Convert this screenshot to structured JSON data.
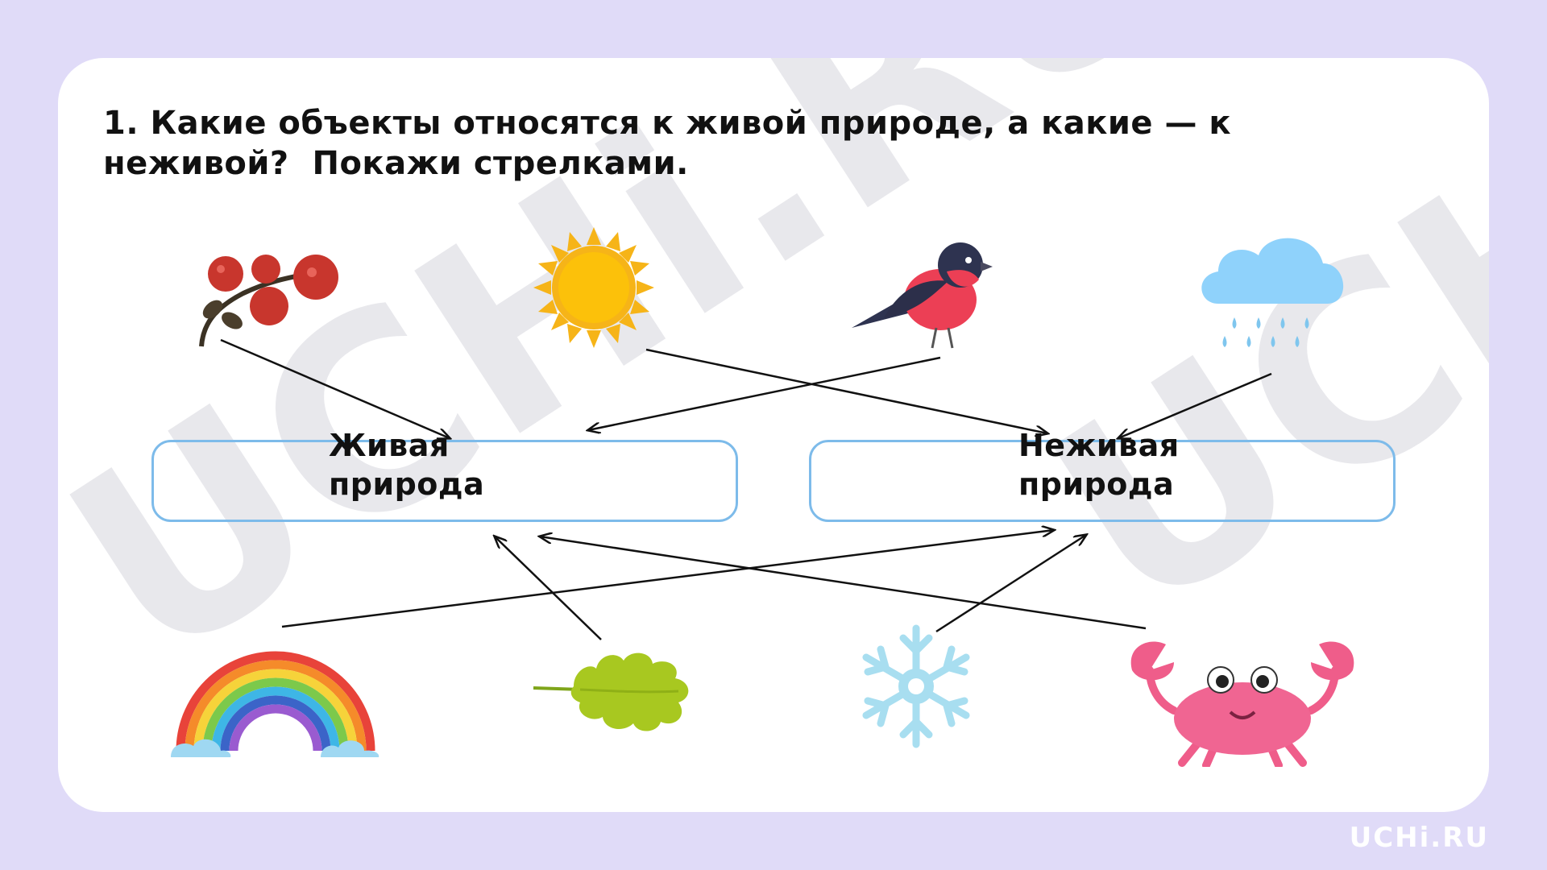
{
  "task": {
    "title": "1. Какие объекты относятся к живой природе, а какие — к неживой?  Покажи стрелками."
  },
  "categories": {
    "living": "Живая природа",
    "nonliving": "Неживая природа"
  },
  "watermark": {
    "text": "UCHi.RU"
  },
  "brand": {
    "logo_text": "UCHi.RU"
  },
  "items": {
    "top": [
      "berries-icon",
      "sun-icon",
      "bullfinch-icon",
      "rain-cloud-icon"
    ],
    "bottom": [
      "rainbow-icon",
      "oak-leaf-icon",
      "snowflake-icon",
      "crab-icon"
    ]
  },
  "assignments": {
    "berries": "living",
    "sun": "nonliving",
    "bullfinch": "living",
    "rain-cloud": "nonliving",
    "rainbow": "nonliving",
    "oak-leaf": "living",
    "snowflake": "nonliving",
    "crab": "living"
  },
  "colors": {
    "background": "#e0dbf8",
    "card": "#ffffff",
    "box_border": "#7dbbea",
    "watermark": "#d6d6dc"
  }
}
